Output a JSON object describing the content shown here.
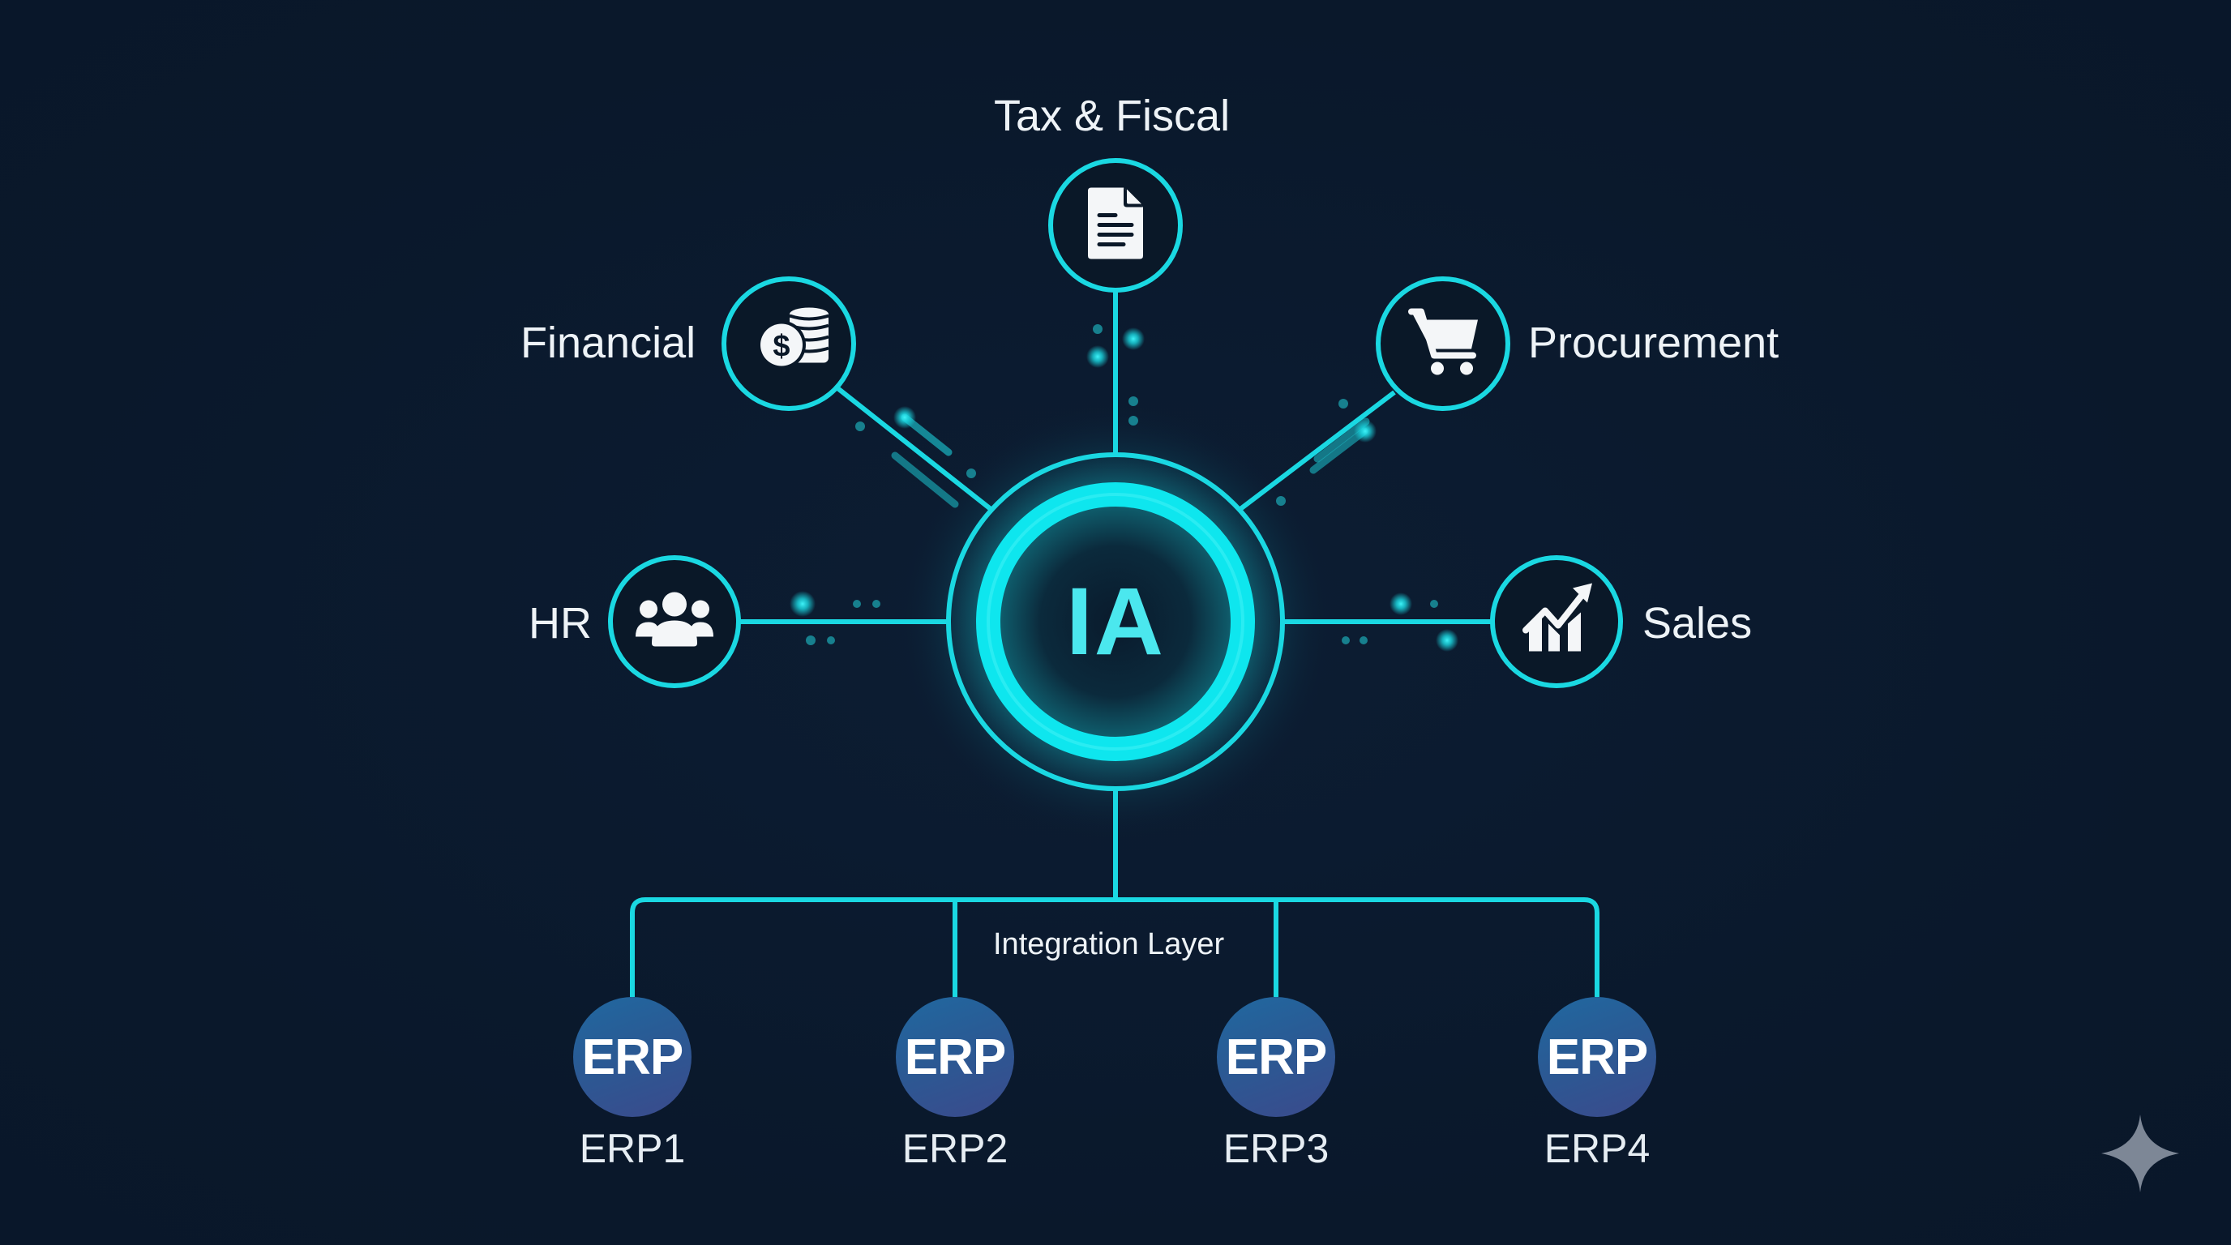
{
  "diagram": {
    "center": {
      "label": "IA"
    },
    "modules": [
      {
        "id": "tax",
        "label": "Tax & Fiscal",
        "icon": "document-icon"
      },
      {
        "id": "financial",
        "label": "Financial",
        "icon": "coins-dollar-icon"
      },
      {
        "id": "procurement",
        "label": "Procurement",
        "icon": "shopping-cart-icon"
      },
      {
        "id": "hr",
        "label": "HR",
        "icon": "people-group-icon"
      },
      {
        "id": "sales",
        "label": "Sales",
        "icon": "chart-growth-icon"
      }
    ],
    "integration_layer": {
      "label": "Integration Layer"
    },
    "erps": [
      {
        "badge": "ERP",
        "label": "ERP1"
      },
      {
        "badge": "ERP",
        "label": "ERP2"
      },
      {
        "badge": "ERP",
        "label": "ERP3"
      },
      {
        "badge": "ERP",
        "label": "ERP4"
      }
    ],
    "watermark": {
      "icon": "sparkle-icon"
    }
  },
  "colors": {
    "background": "#0b1a2f",
    "accent_cyan": "#1ad8e2",
    "ia_text": "#4be7ee",
    "erp_fill_top": "#2068a0",
    "erp_fill_bottom": "#3b4a8c",
    "text": "#eef3f7",
    "sparkle": "#7d8796"
  }
}
